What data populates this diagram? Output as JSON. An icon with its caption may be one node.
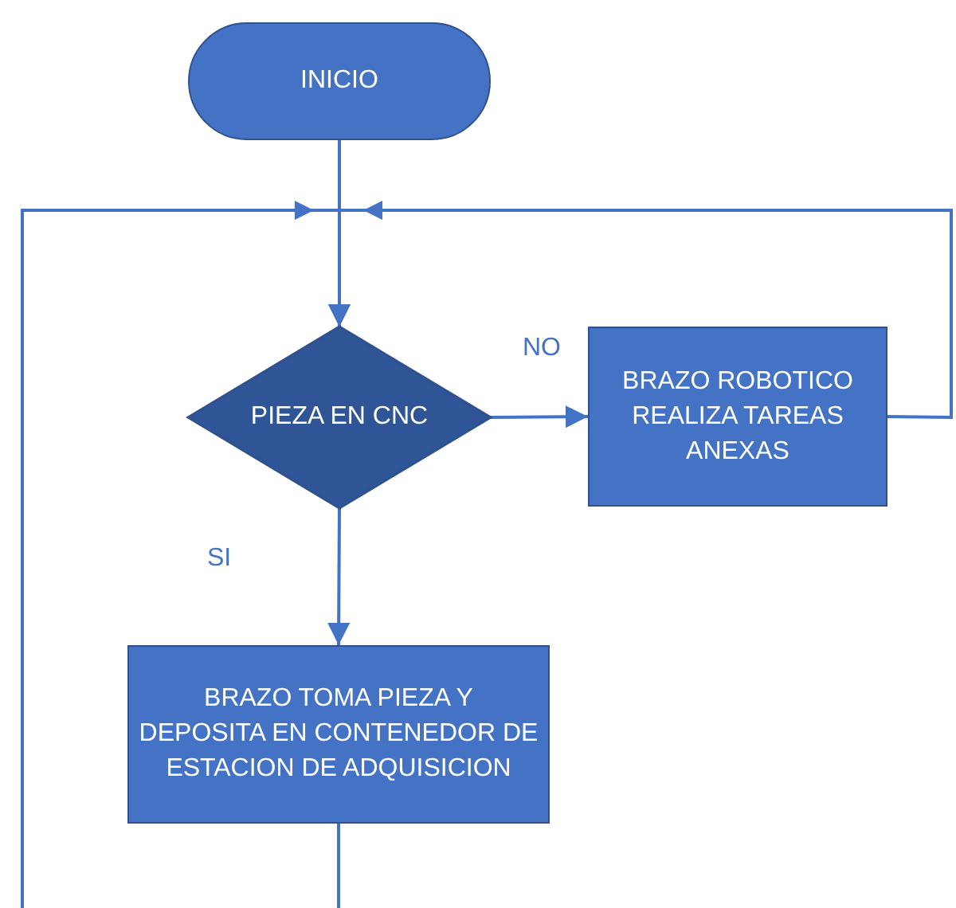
{
  "diagram": {
    "nodes": [
      {
        "text": [
          "INICIO"
        ]
      },
      {
        "text": [
          "PIEZA EN CNC"
        ]
      },
      {
        "text": [
          "BRAZO ROBOTICO REALIZA TAREAS ANEXAS"
        ]
      },
      {
        "text": [
          "BRAZO TOMA PIEZA Y DEPOSITA EN CONTENEDOR DE ESTACION DE ADQUISICION"
        ]
      }
    ],
    "edges": [
      {
        "from": 0,
        "to": 1,
        "arrow": "to"
      },
      {
        "from": 1,
        "to": 2,
        "arrow": "to",
        "label": "NO"
      },
      {
        "from": 1,
        "to": 3,
        "arrow": "to",
        "label": "SI"
      },
      {
        "from": 2,
        "to": 1,
        "arrow": "to"
      },
      {
        "from": null,
        "to": 1,
        "arrow": "to"
      },
      {
        "from": 3,
        "to": null,
        "arrow": "none"
      }
    ]
  }
}
